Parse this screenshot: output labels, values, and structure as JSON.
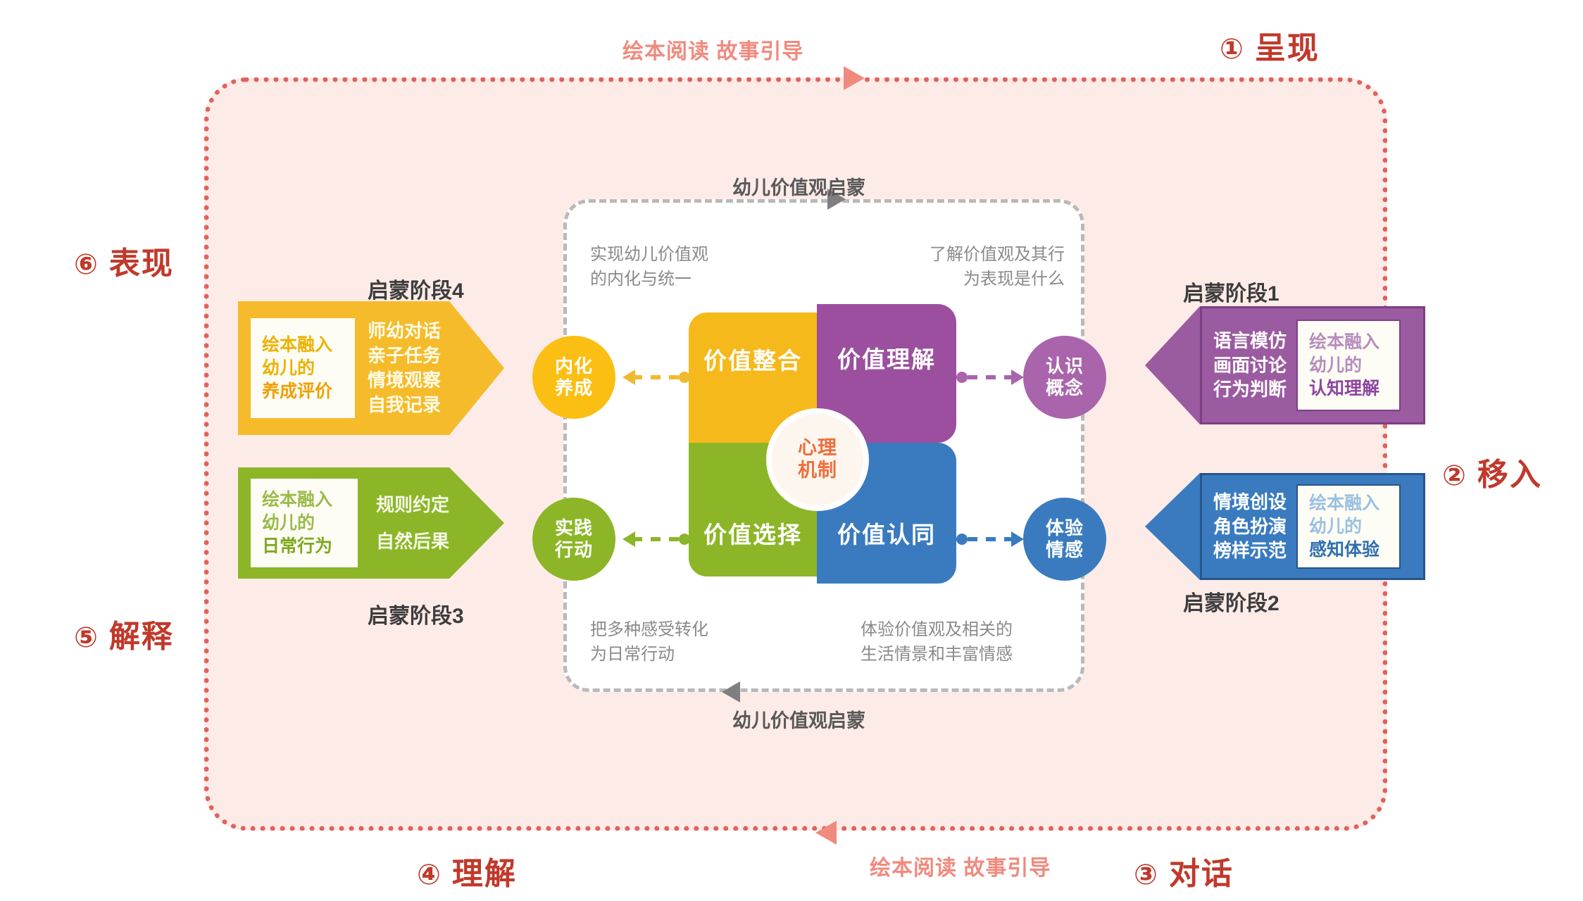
{
  "outer": {
    "corners": [
      {
        "num": "①",
        "text": "呈现"
      },
      {
        "num": "②",
        "text": "移入"
      },
      {
        "num": "③",
        "text": "对话"
      },
      {
        "num": "④",
        "text": "理解"
      },
      {
        "num": "⑤",
        "text": "解释"
      },
      {
        "num": "⑥",
        "text": "表现"
      }
    ],
    "flow_top": "绘本阅读 故事引导",
    "flow_bottom": "绘本阅读 故事引导",
    "frame_color": "#e0625c",
    "fill_color": "#fdebe7",
    "flow_color": "#f08a7e",
    "corner_color": "#c0392b"
  },
  "inner": {
    "title_top": "幼儿价值观启蒙",
    "title_bottom": "幼儿价值观启蒙",
    "desc_top_left": "实现幼儿价值观\n的内化与统一",
    "desc_top_right": "了解价值观及其行\n为表现是什么",
    "desc_bottom_left": "把多种感受转化\n为日常行动",
    "desc_bottom_right": "体验价值观及相关的\n生活情景和丰富情感",
    "border_color": "#b9b9b9"
  },
  "quadrants": [
    {
      "id": "integrate",
      "label": "价值整合",
      "color": "#f5b91b"
    },
    {
      "id": "understand",
      "label": "价值理解",
      "color": "#9b4f9e"
    },
    {
      "id": "choose",
      "label": "价值选择",
      "color": "#8cb627"
    },
    {
      "id": "identify",
      "label": "价值认同",
      "color": "#3a7bbf"
    }
  ],
  "center": {
    "label": "心理\n机制",
    "color": "#f06e3c"
  },
  "circles": [
    {
      "id": "internalize",
      "label": "内化\n养成",
      "color": "#fbbf14"
    },
    {
      "id": "practice",
      "label": "实践\n行动",
      "color": "#8cb627"
    },
    {
      "id": "concept",
      "label": "认识\n概念",
      "color": "#a964ac"
    },
    {
      "id": "emotion",
      "label": "体验\n情感",
      "color": "#3a7bbf"
    }
  ],
  "stages": [
    {
      "id": "stage1",
      "tag": "启蒙阶段1",
      "methods": "语言模仿\n画面讨论\n行为判断",
      "box_line1": "绘本融入",
      "box_line2": "幼儿的",
      "box_line3": "认知理解",
      "color": "#9b5ba0"
    },
    {
      "id": "stage2",
      "tag": "启蒙阶段2",
      "methods": "情境创设\n角色扮演\n榜样示范",
      "box_line1": "绘本融入",
      "box_line2": "幼儿的",
      "box_line3": "感知体验",
      "color": "#3a7bbf"
    },
    {
      "id": "stage3",
      "tag": "启蒙阶段3",
      "methods": "规则约定\n自然后果",
      "box_line1": "绘本融入",
      "box_line2": "幼儿的",
      "box_line3": "日常行为",
      "color": "#8cb627"
    },
    {
      "id": "stage4",
      "tag": "启蒙阶段4",
      "methods": "师幼对话\n亲子任务\n情境观察\n自我记录",
      "box_line1": "绘本融入",
      "box_line2": "幼儿的",
      "box_line3": "养成评价",
      "color": "#f5bb2a"
    }
  ]
}
